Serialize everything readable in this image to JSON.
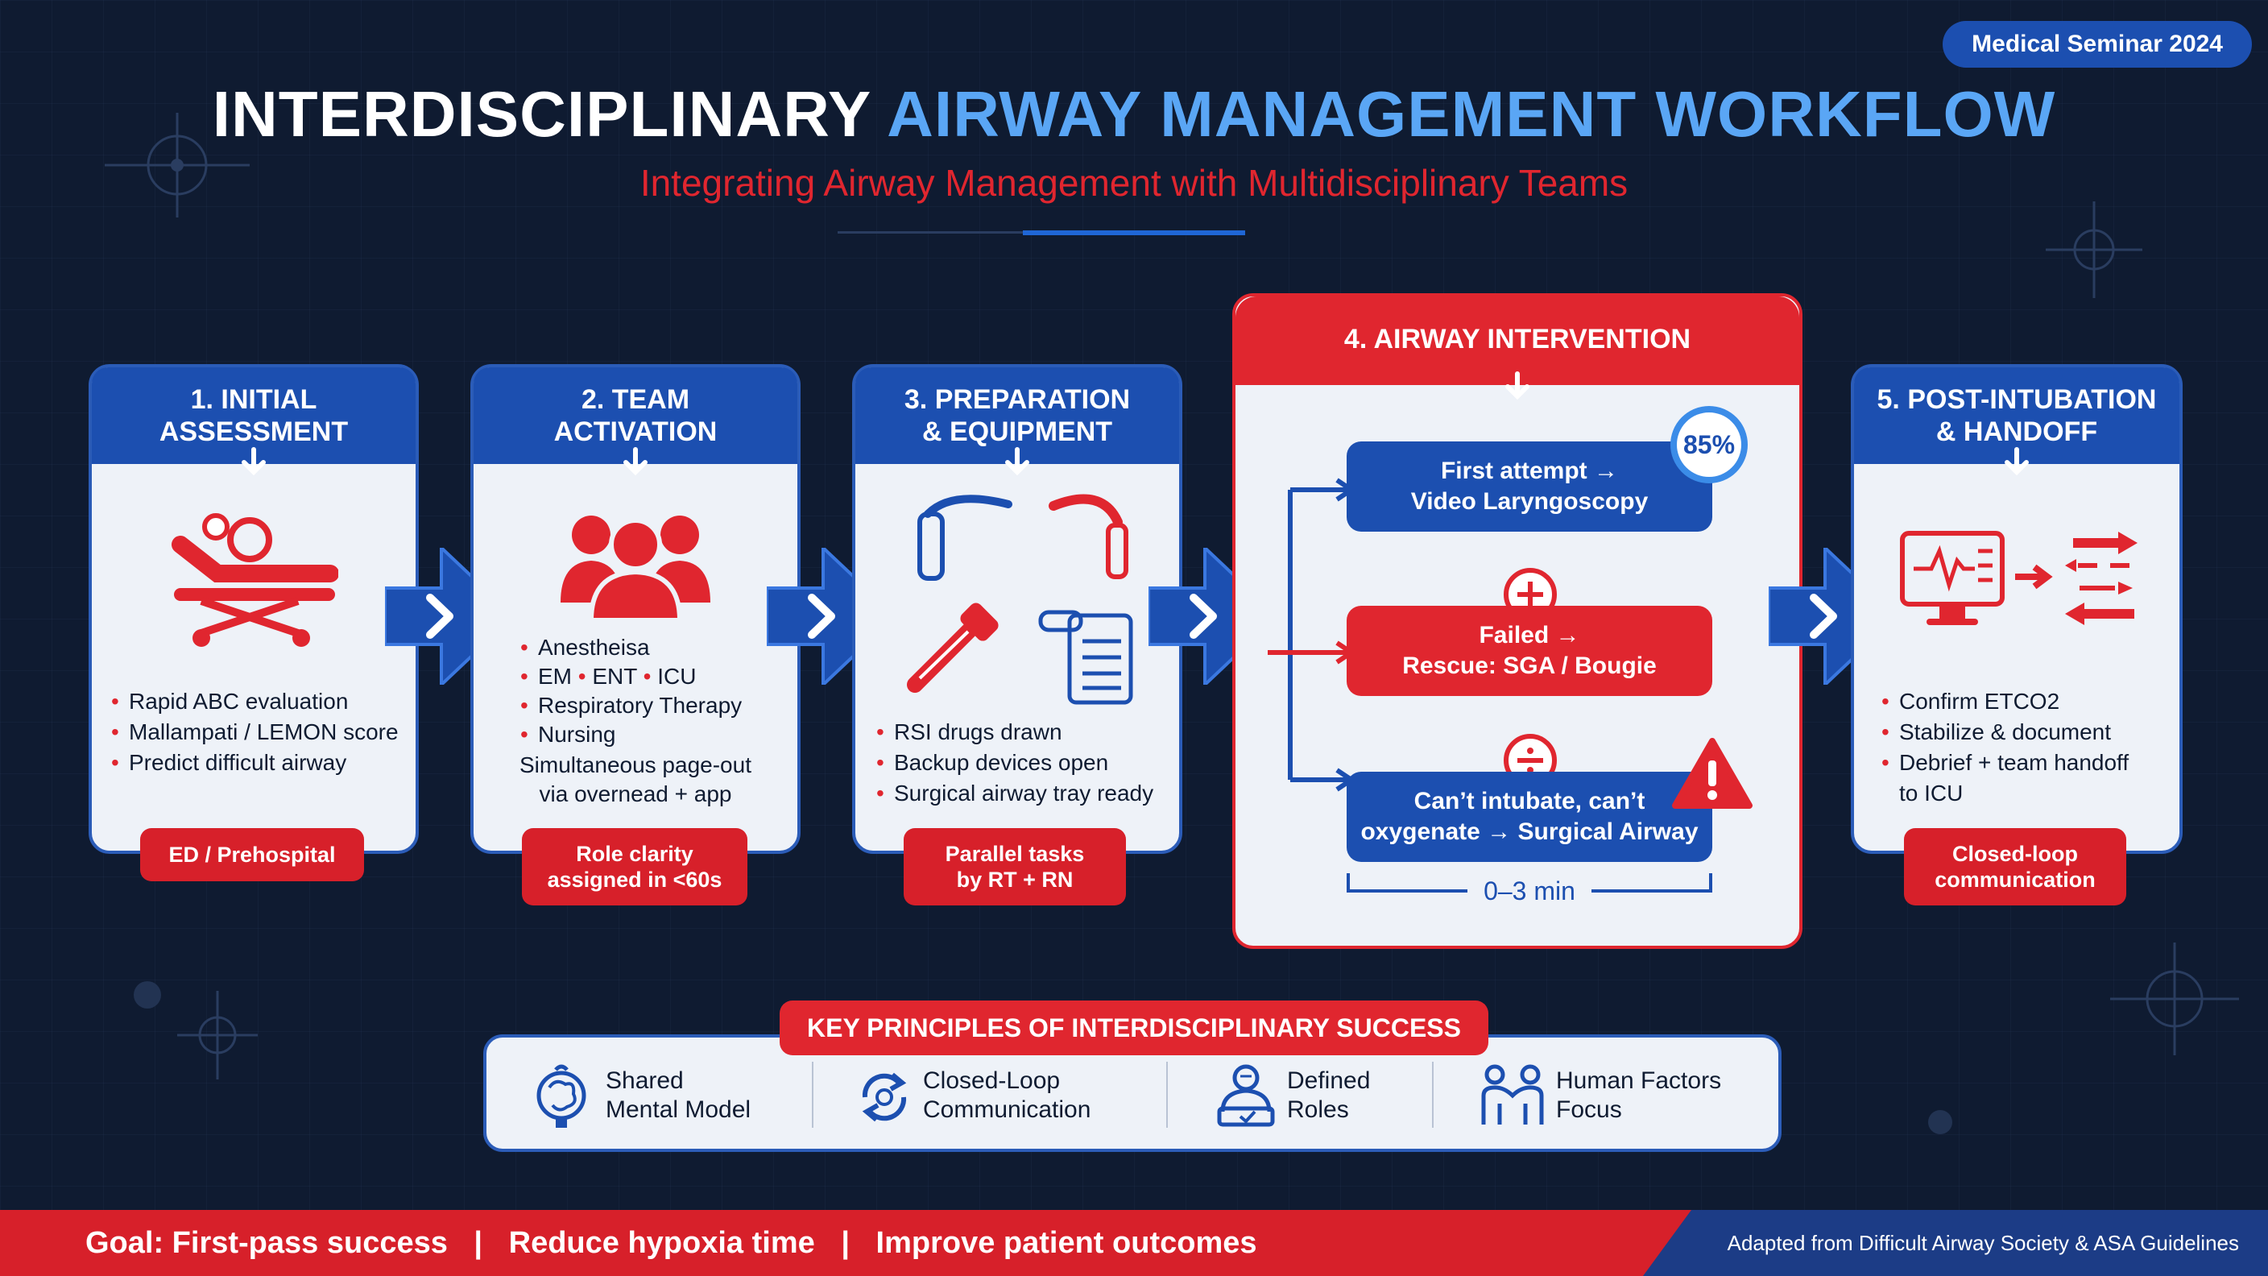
{
  "badge": "Medical Seminar 2024",
  "title": {
    "part1": "INTERDISCIPLINARY",
    "part2": "AIRWAY MANAGEMENT WORKFLOW"
  },
  "subtitle": "Integrating Airway Management with Multidisciplinary Teams",
  "steps": [
    {
      "title_lines": [
        "1. INITIAL",
        "ASSESSMENT"
      ],
      "bullets": [
        "Rapid ABC evaluation",
        "Mallampati / LEMON score",
        "Predict difficult airway"
      ],
      "tag": [
        "ED / Prehospital"
      ]
    },
    {
      "title_lines": [
        "2. TEAM",
        "ACTIVATION"
      ],
      "bullets": [
        "Anestheisa",
        "Respiratory Therapy",
        "Nursing"
      ],
      "inline_list": [
        "EM",
        "ENT",
        "ICU"
      ],
      "note_lines": [
        "Simultaneous page-out",
        "via overnead + app"
      ],
      "tag": [
        "Role clarity",
        "assigned in <60s"
      ]
    },
    {
      "title_lines": [
        "3. PREPARATION",
        "& EQUIPMENT"
      ],
      "bullets": [
        "RSI drugs drawn",
        "Backup devices open",
        "Surgical airway tray ready"
      ],
      "tag": [
        "Parallel tasks",
        "by RT + RN"
      ]
    },
    {
      "title": "4. AIRWAY INTERVENTION",
      "box1": [
        "First attempt →",
        "Video Laryngoscopy"
      ],
      "rate": "85%",
      "box2": [
        "Failed →",
        "Rescue: SGA / Bougie"
      ],
      "box3": [
        "Can’t intubate, can’t",
        "oxygenate → Surgical Airway"
      ],
      "timeline": "0–3 min"
    },
    {
      "title_lines": [
        "5. POST-INTUBATION",
        "& HANDOFF"
      ],
      "bullets": [
        "Confirm ETCO2",
        "Stabilize & document",
        "Debrief + team handoff"
      ],
      "bullet_cont": "to ICU",
      "tag": [
        "Closed-loop",
        "communication"
      ]
    }
  ],
  "principles": {
    "title": "KEY PRINCIPLES OF INTERDISCIPLINARY SUCCESS",
    "items": [
      {
        "lines": [
          "Shared",
          "Mental Model"
        ],
        "icon": "brain-icon"
      },
      {
        "lines": [
          "Closed-Loop",
          "Communication"
        ],
        "icon": "loop-icon"
      },
      {
        "lines": [
          "Defined",
          "Roles"
        ],
        "icon": "role-icon"
      },
      {
        "lines": [
          "Human Factors",
          "Focus"
        ],
        "icon": "team-icon"
      }
    ]
  },
  "footer": {
    "goals": [
      "Goal: First-pass success",
      "Reduce hypoxia time",
      "Improve patient outcomes"
    ],
    "separator": "|",
    "source": "Adapted from Difficult Airway Society & ASA Guidelines"
  },
  "colors": {
    "navy": "#0f1b31",
    "blue": "#1c4fb0",
    "light_blue": "#5aa6f5",
    "red": "#e0262f",
    "card": "#eef2f8"
  }
}
